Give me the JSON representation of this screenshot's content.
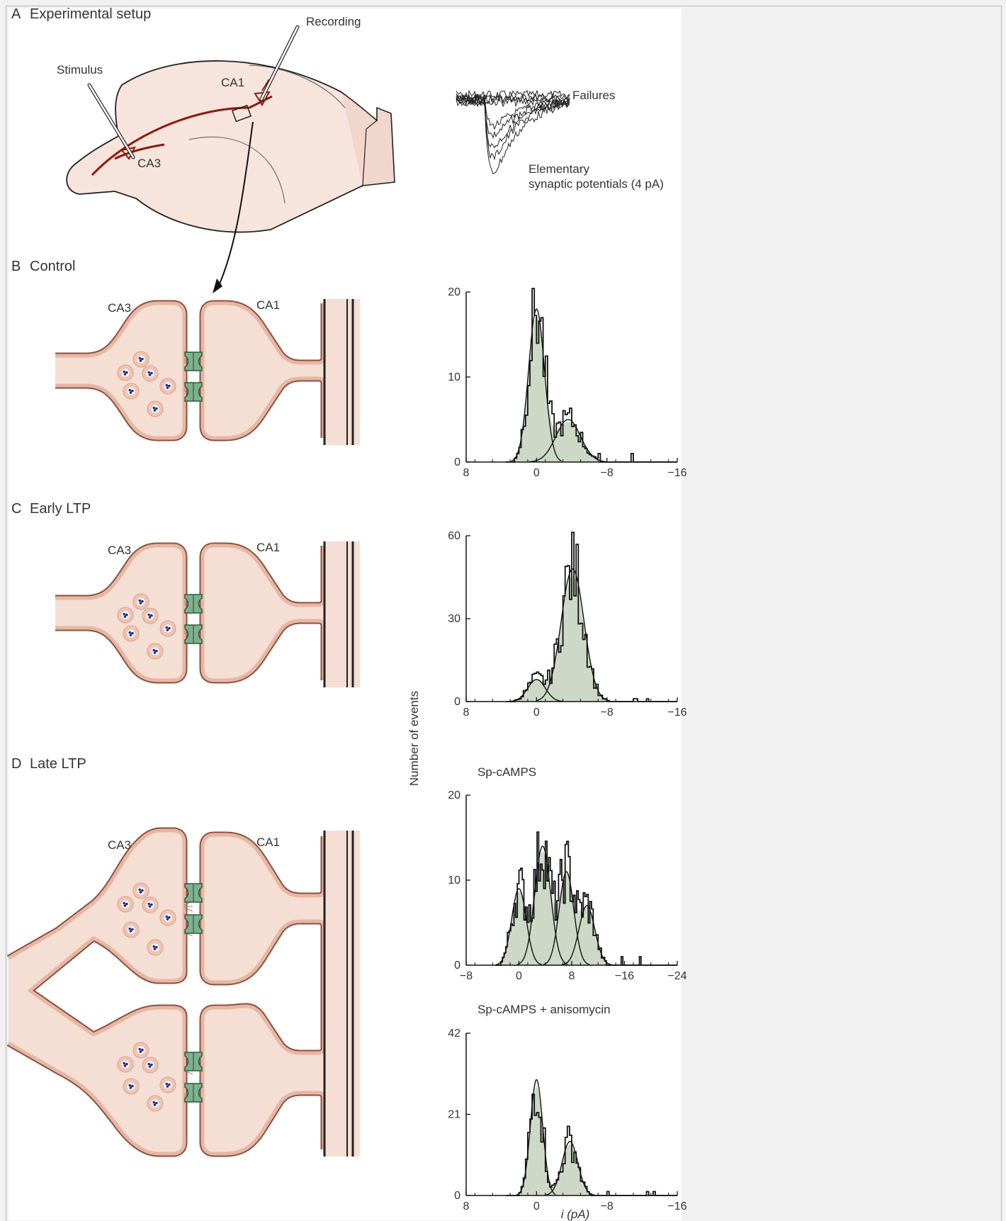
{
  "panels": {
    "a": {
      "letter": "A",
      "title": "Experimental setup"
    },
    "b": {
      "letter": "B",
      "title": "Control"
    },
    "c": {
      "letter": "C",
      "title": "Early LTP"
    },
    "d": {
      "letter": "D",
      "title": "Late LTP"
    }
  },
  "setup": {
    "stimulus": "Stimulus",
    "recording": "Recording",
    "ca1": "CA1",
    "ca3": "CA3"
  },
  "traces": {
    "failures": "Failures",
    "elementary_line1": "Elementary",
    "elementary_line2": "synaptic potentials (4 pA)"
  },
  "synapse_labels": {
    "pre": "CA3",
    "post": "CA1"
  },
  "y_axis_label": "Number of events",
  "x_axis_label": "i (pA)",
  "colors": {
    "cell_fill": "#f5ded3",
    "cell_stroke": "#c9917c",
    "fiber": "#8b1a0e",
    "receptor": "#7fb08d",
    "histogram_fill": "#cdd8c6",
    "vesicle_fill": "#f0c4b2",
    "vesicle_dot": "#1e2f8c"
  },
  "chart_data": [
    {
      "type": "bar",
      "panel": "B",
      "title": "",
      "xlabel": "",
      "ylabel": "",
      "xlim": [
        8,
        -16
      ],
      "ylim": [
        0,
        20
      ],
      "x_ticks": [
        "8",
        "0",
        "−8",
        "−16"
      ],
      "y_ticks": [
        "0",
        "10",
        "20"
      ],
      "components": [
        {
          "mean": 0,
          "sd": 0.9,
          "peak": 18
        },
        {
          "mean": -3.6,
          "sd": 1.4,
          "peak": 5
        }
      ]
    },
    {
      "type": "bar",
      "panel": "C",
      "title": "",
      "xlabel": "",
      "ylabel": "",
      "xlim": [
        8,
        -16
      ],
      "ylim": [
        0,
        60
      ],
      "x_ticks": [
        "8",
        "0",
        "−8",
        "−16"
      ],
      "y_ticks": [
        "0",
        "30",
        "60"
      ],
      "components": [
        {
          "mean": 0,
          "sd": 1.0,
          "peak": 8
        },
        {
          "mean": -4.1,
          "sd": 1.3,
          "peak": 48
        }
      ]
    },
    {
      "type": "bar",
      "panel": "D",
      "title": "Sp-cAMPS",
      "xlabel": "",
      "ylabel": "",
      "xlim": [
        -8,
        -24
      ],
      "ylim": [
        0,
        20
      ],
      "x_ticks": [
        "−8",
        "0",
        "8",
        "−16",
        "−24"
      ],
      "y_ticks": [
        "0",
        "10",
        "20"
      ],
      "components": [
        {
          "mean": 0,
          "sd": 1.1,
          "peak": 9
        },
        {
          "mean": 3.6,
          "sd": 1.2,
          "peak": 14
        },
        {
          "mean": 7.2,
          "sd": 1.1,
          "peak": 11
        },
        {
          "mean": 10.3,
          "sd": 1.2,
          "peak": 7
        }
      ]
    },
    {
      "type": "bar",
      "panel": "D",
      "title": "Sp-cAMPS + anisomycin",
      "xlabel": "i (pA)",
      "ylabel": "",
      "xlim": [
        8,
        -16
      ],
      "ylim": [
        0,
        42
      ],
      "x_ticks": [
        "8",
        "0",
        "−8",
        "−16"
      ],
      "y_ticks": [
        "0",
        "21",
        "42"
      ],
      "components": [
        {
          "mean": 0,
          "sd": 0.7,
          "peak": 30
        },
        {
          "mean": -3.8,
          "sd": 0.9,
          "peak": 14
        }
      ]
    }
  ]
}
